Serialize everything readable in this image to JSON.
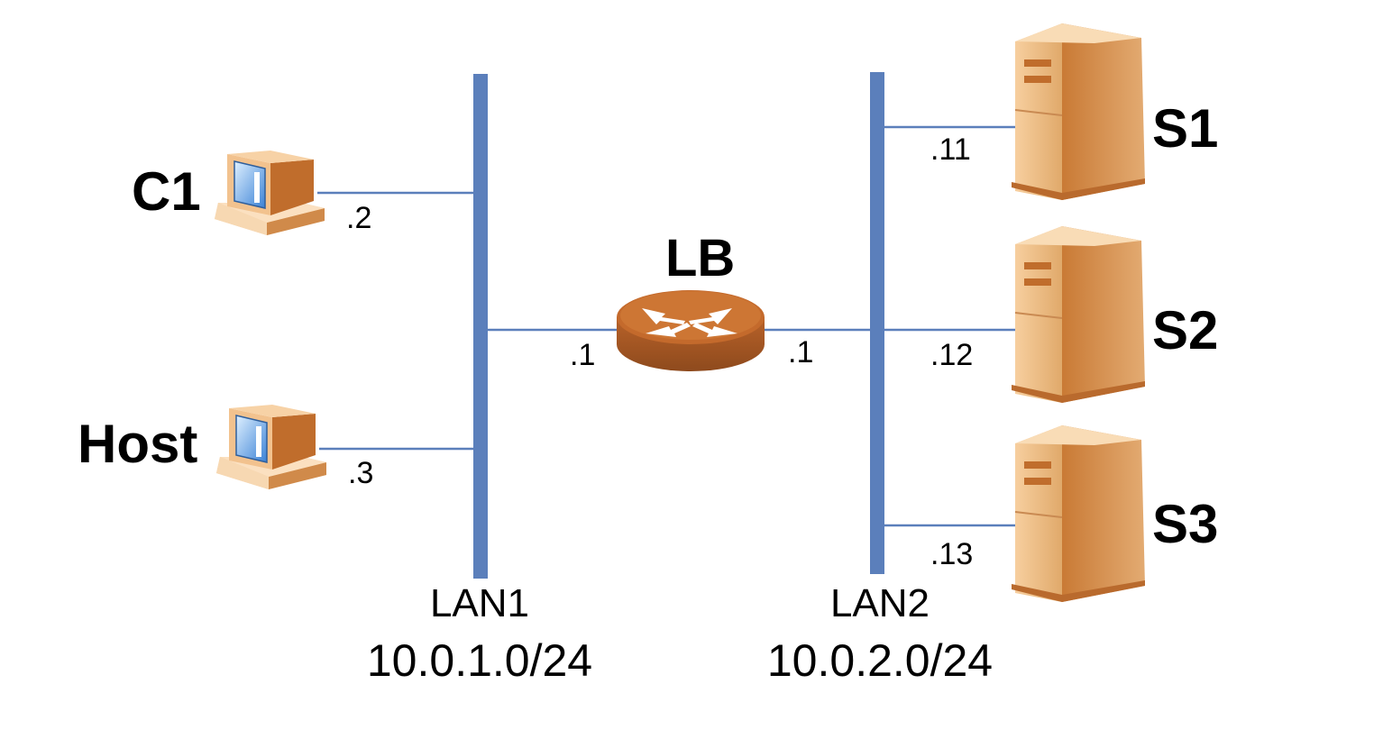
{
  "nodes": {
    "c1": {
      "name": "C1",
      "addr": ".2"
    },
    "host": {
      "name": "Host",
      "addr": ".3"
    },
    "lb": {
      "name": "LB",
      "addr_lan1": ".1",
      "addr_lan2": ".1"
    },
    "s1": {
      "name": "S1",
      "addr": ".11"
    },
    "s2": {
      "name": "S2",
      "addr": ".12"
    },
    "s3": {
      "name": "S3",
      "addr": ".13"
    }
  },
  "networks": {
    "lan1": {
      "name": "LAN1",
      "subnet": "10.0.1.0/24"
    },
    "lan2": {
      "name": "LAN2",
      "subnet": "10.0.2.0/24"
    }
  },
  "colors": {
    "bus": "#5b7fbb",
    "link": "#5b7fbb",
    "device": "#d6924f",
    "device_dark": "#b8682e",
    "device_light": "#f4c99a"
  }
}
